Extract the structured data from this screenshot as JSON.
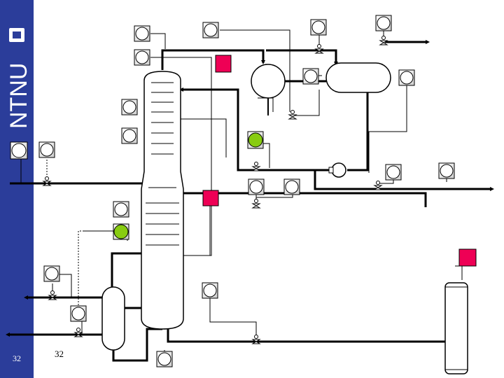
{
  "branding": {
    "logo_text": "NTNU",
    "sidebar_color": "#2b3d9a"
  },
  "slide": {
    "number": "32",
    "page_label": "32"
  },
  "diagram": {
    "type": "process-flow-diagram",
    "equipment": [
      "distillation-column",
      "condenser",
      "reflux-drum",
      "reboiler",
      "storage-tank",
      "pump"
    ],
    "colors": {
      "red_indicator": "#ee0055",
      "green_indicator": "#88cc11",
      "instrument_fill": "#dddddd",
      "line": "#000000"
    }
  }
}
